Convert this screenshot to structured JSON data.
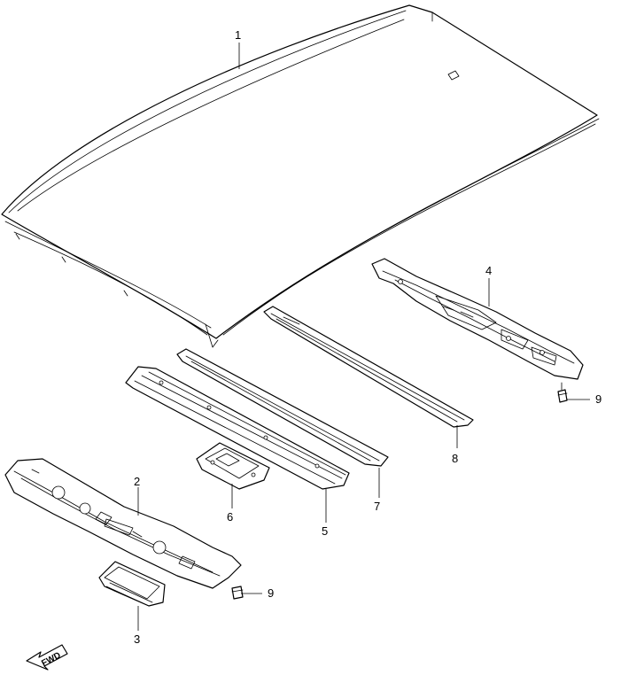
{
  "callouts": {
    "c1": "1",
    "c2": "2",
    "c3": "3",
    "c4": "4",
    "c5": "5",
    "c6": "6",
    "c7": "7",
    "c8": "8",
    "c9a": "9",
    "c9b": "9"
  },
  "fwd_label": "FWD",
  "line_color": "#000000",
  "background_color": "#ffffff"
}
